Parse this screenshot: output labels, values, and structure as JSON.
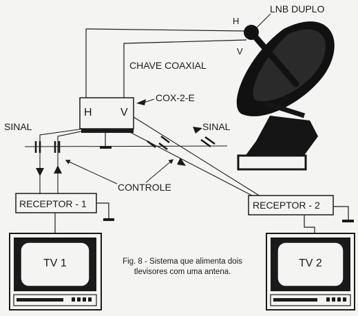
{
  "labels": {
    "lnb": "LNB DUPLO",
    "h_top": "H",
    "v_top": "V",
    "chave": "CHAVE COAXIAL",
    "cox": "COX-2-E",
    "switch_h": "H",
    "switch_v": "V",
    "sinal_left": "SINAL",
    "sinal_right": "SINAL",
    "controle": "CONTROLE",
    "receptor1": "RECEPTOR - 1",
    "receptor2": "RECEPTOR - 2",
    "tv1": "TV 1",
    "tv2": "TV 2"
  },
  "caption": {
    "line1": "Fig. 8 - Sistema que alimenta dois",
    "line2": "tlevisores com uma antena."
  }
}
